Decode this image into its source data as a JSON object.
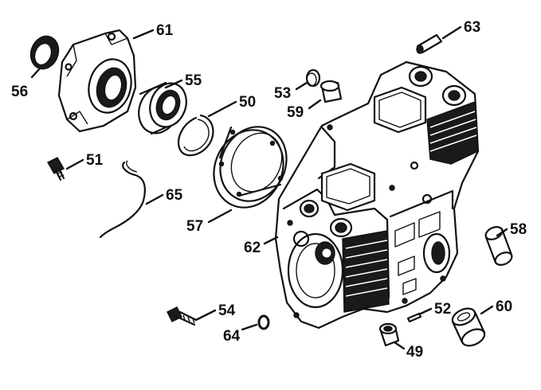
{
  "diagram": {
    "labels": [
      {
        "key": "p61",
        "text": "61"
      },
      {
        "key": "p63",
        "text": "63"
      },
      {
        "key": "p56",
        "text": "56"
      },
      {
        "key": "p55",
        "text": "55"
      },
      {
        "key": "p53",
        "text": "53"
      },
      {
        "key": "p59",
        "text": "59"
      },
      {
        "key": "p50",
        "text": "50"
      },
      {
        "key": "p51",
        "text": "51"
      },
      {
        "key": "p65",
        "text": "65"
      },
      {
        "key": "p57",
        "text": "57"
      },
      {
        "key": "p62",
        "text": "62"
      },
      {
        "key": "p58",
        "text": "58"
      },
      {
        "key": "p54",
        "text": "54"
      },
      {
        "key": "p52",
        "text": "52"
      },
      {
        "key": "p60",
        "text": "60"
      },
      {
        "key": "p64",
        "text": "64"
      },
      {
        "key": "p49",
        "text": "49"
      }
    ]
  }
}
